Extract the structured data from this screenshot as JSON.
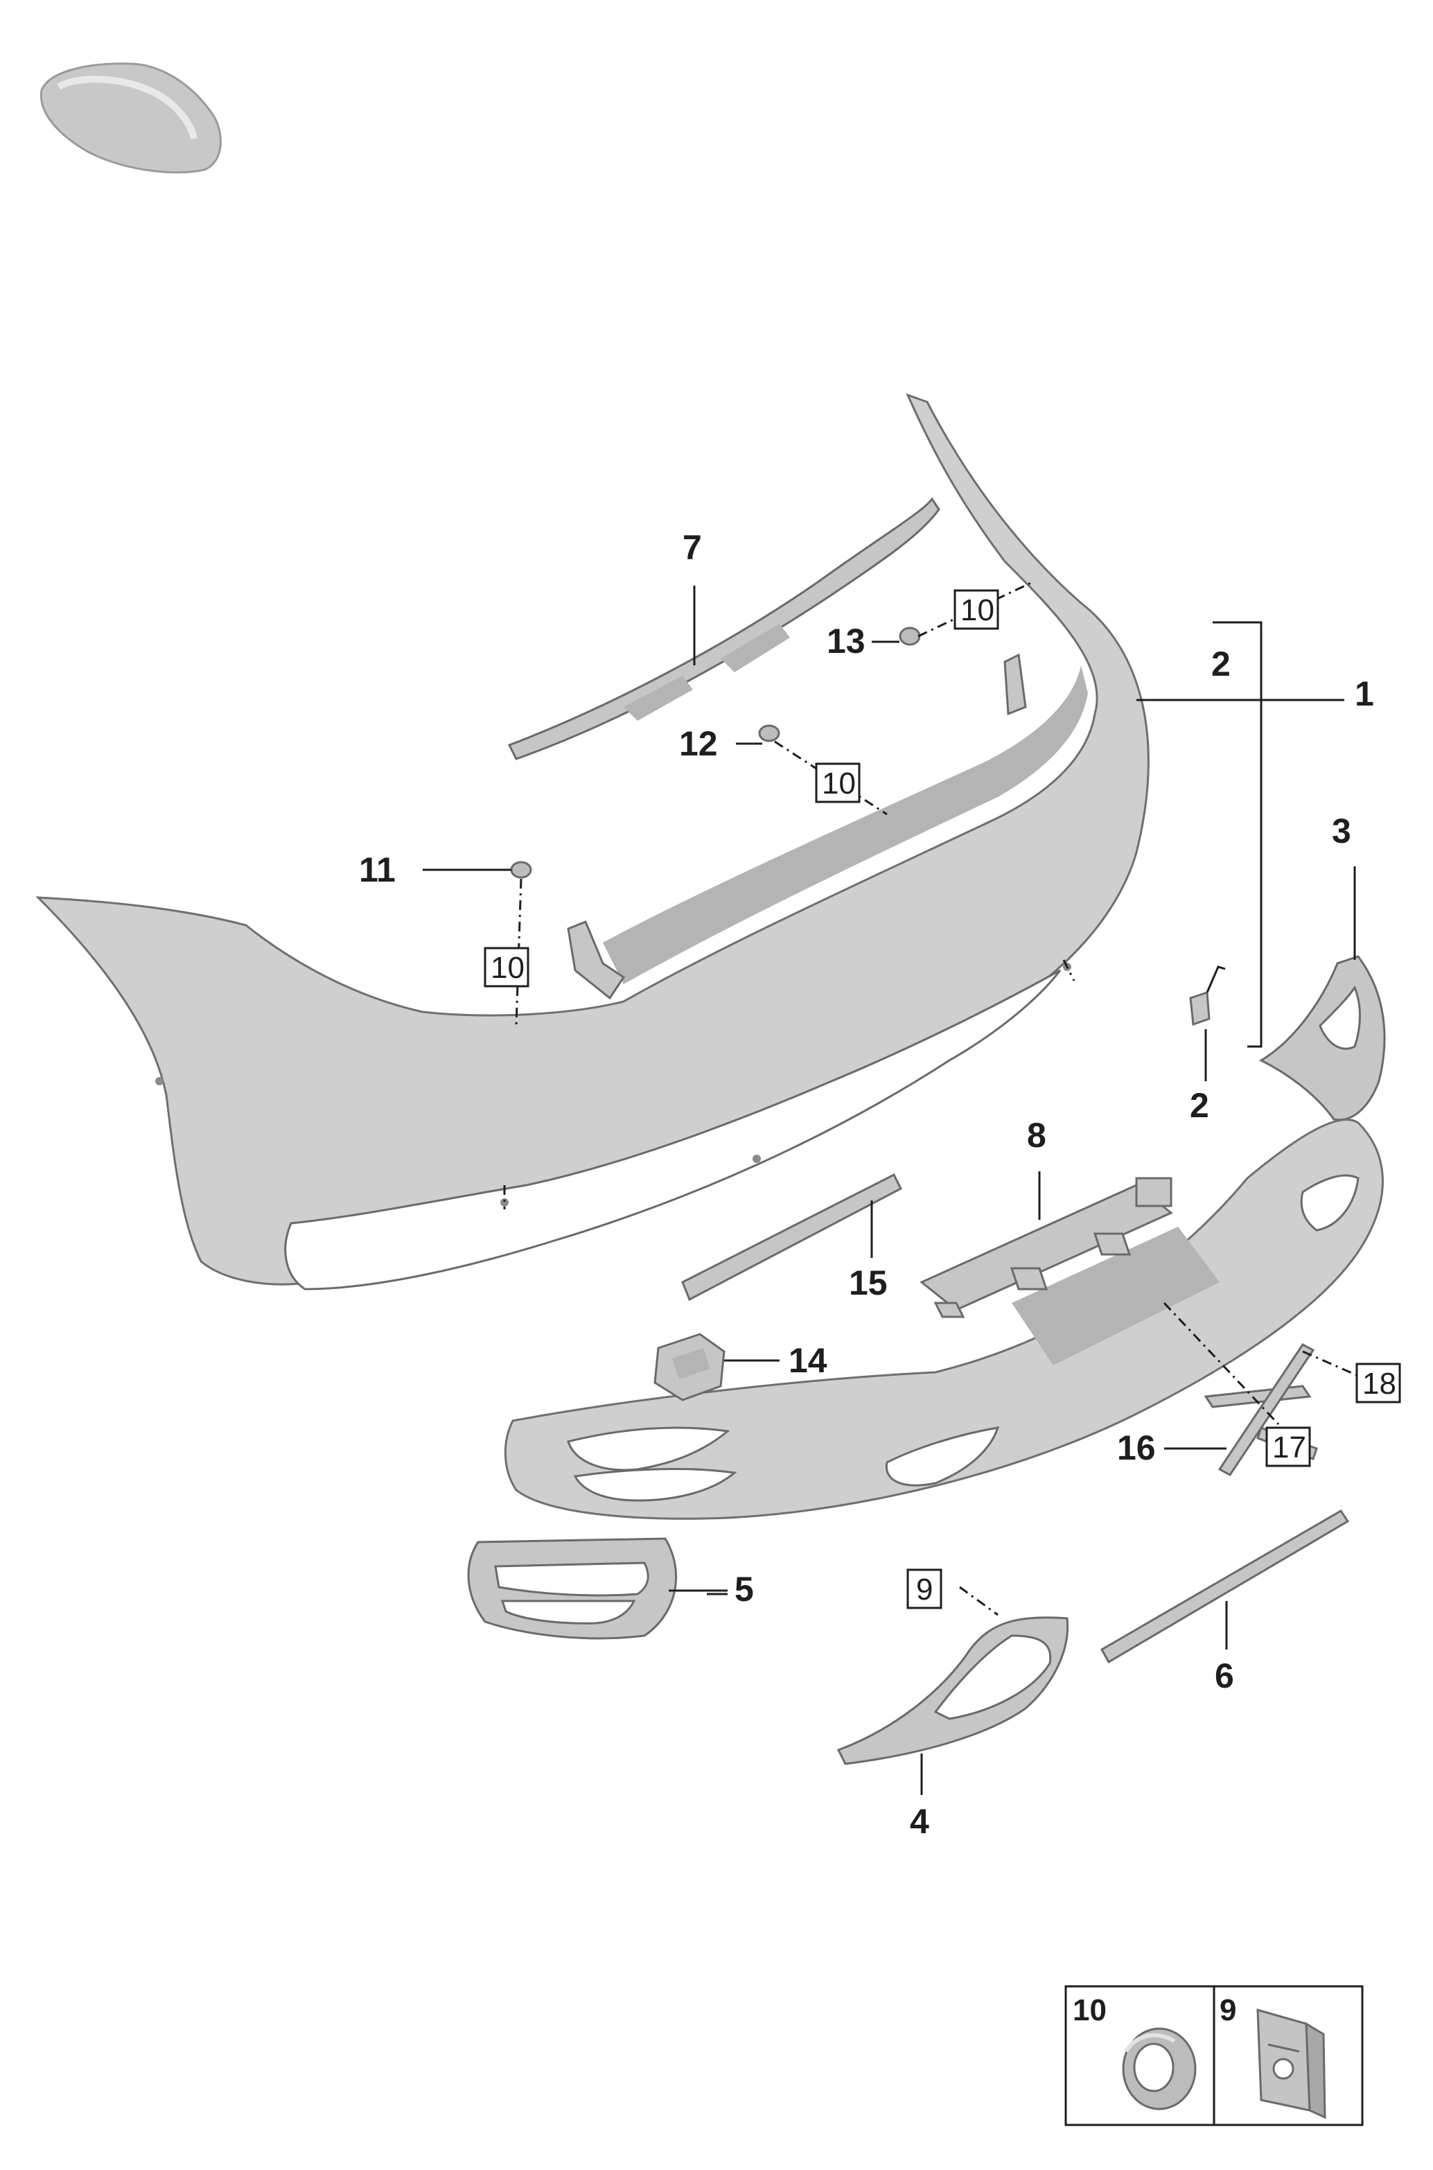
{
  "callouts": {
    "c1": "1",
    "c2a": "2",
    "c2b": "2",
    "c3": "3",
    "c4": "4",
    "c5": "5",
    "c6": "6",
    "c7": "7",
    "c8": "8",
    "c11": "11",
    "c12": "12",
    "c13": "13",
    "c14": "14",
    "c15": "15",
    "c16": "16"
  },
  "boxed_refs": {
    "b10a": "10",
    "b10b": "10",
    "b10c": "10",
    "b9": "9",
    "b17": "17",
    "b18": "18"
  },
  "legend": {
    "cell1": "10",
    "cell2": "9"
  },
  "icons": [
    "vehicle-silhouette-icon",
    "sealing-ring-icon",
    "clip-nut-icon"
  ]
}
